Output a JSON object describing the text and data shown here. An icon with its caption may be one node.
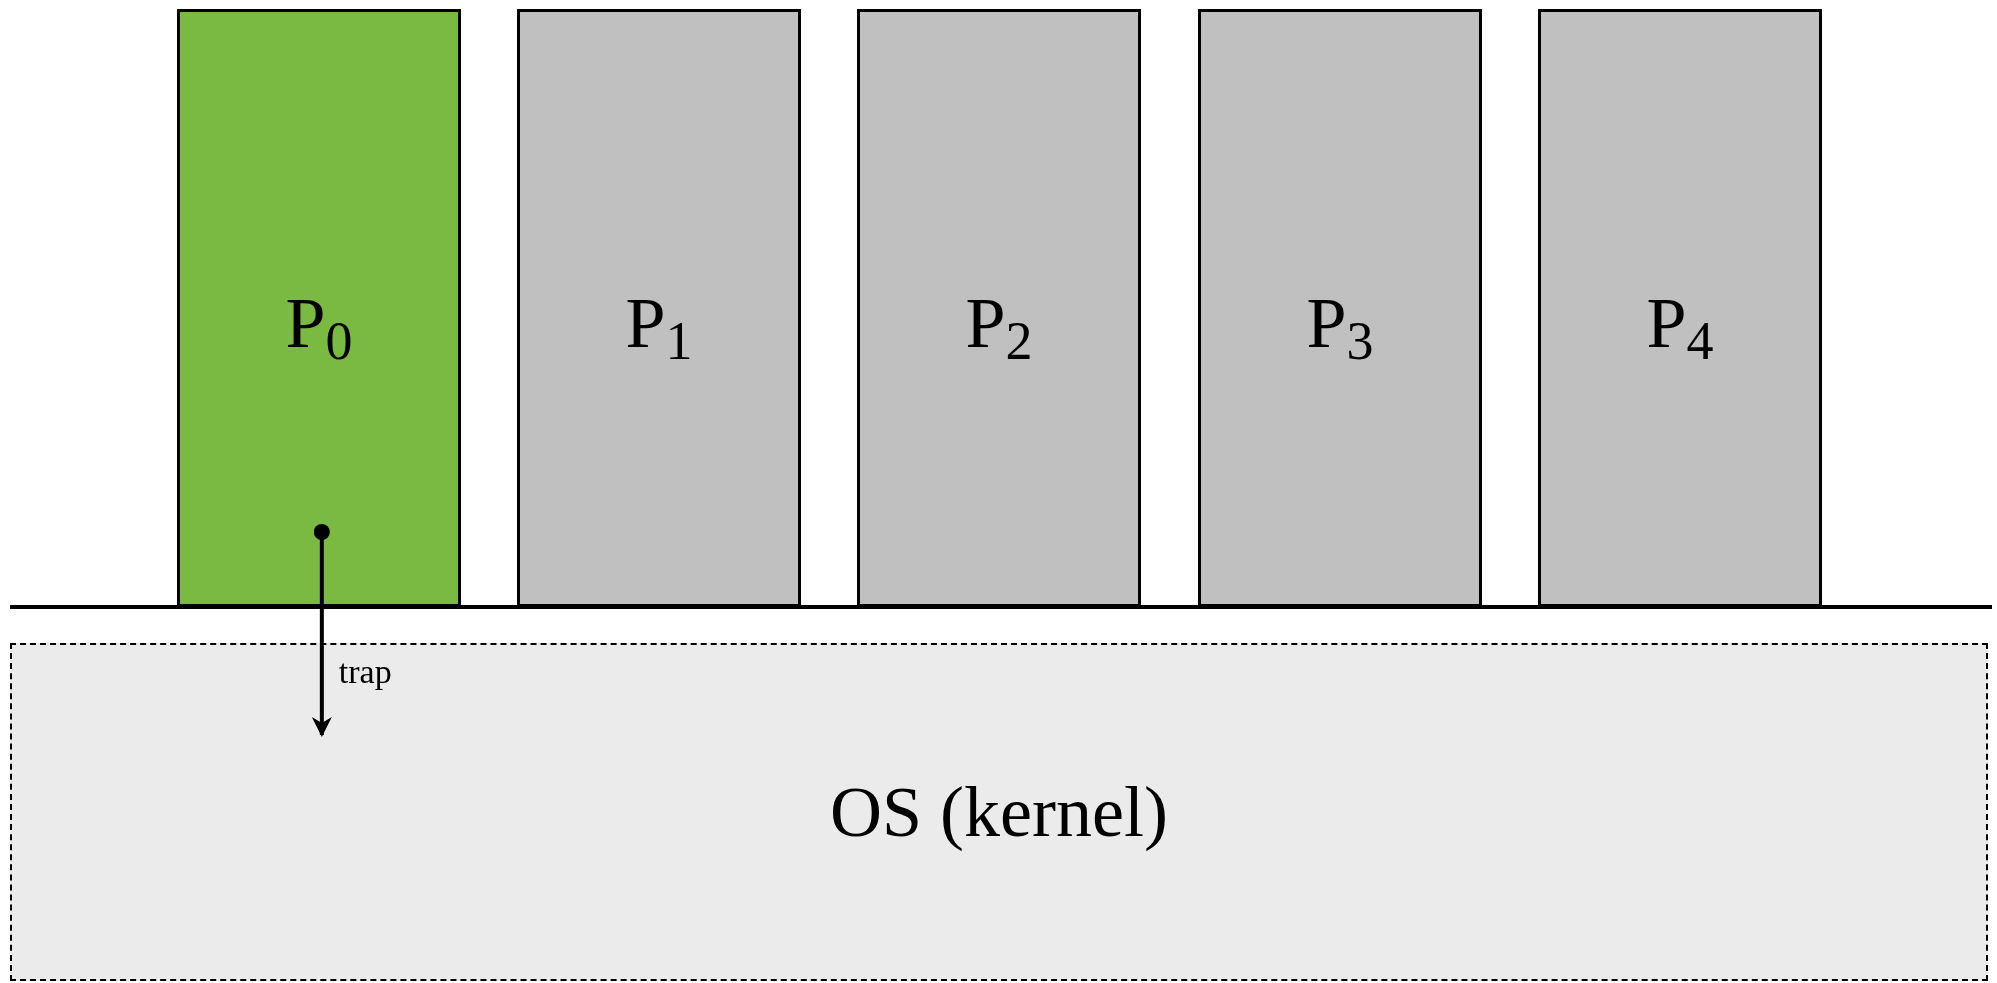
{
  "diagram": {
    "nodes": [
      {
        "text": [
          "P$_{0}$"
        ]
      },
      {
        "text": [
          "P$_{1}$"
        ]
      },
      {
        "text": [
          "P$_{2}$"
        ]
      },
      {
        "text": [
          "P$_{3}$"
        ]
      },
      {
        "text": [
          "P$_{4}$"
        ]
      },
      {
        "text": [
          "OS (kernel)"
        ]
      }
    ],
    "edges": [
      {
        "from": 0,
        "to": 5,
        "arrow": "to",
        "label": "trap"
      }
    ]
  }
}
